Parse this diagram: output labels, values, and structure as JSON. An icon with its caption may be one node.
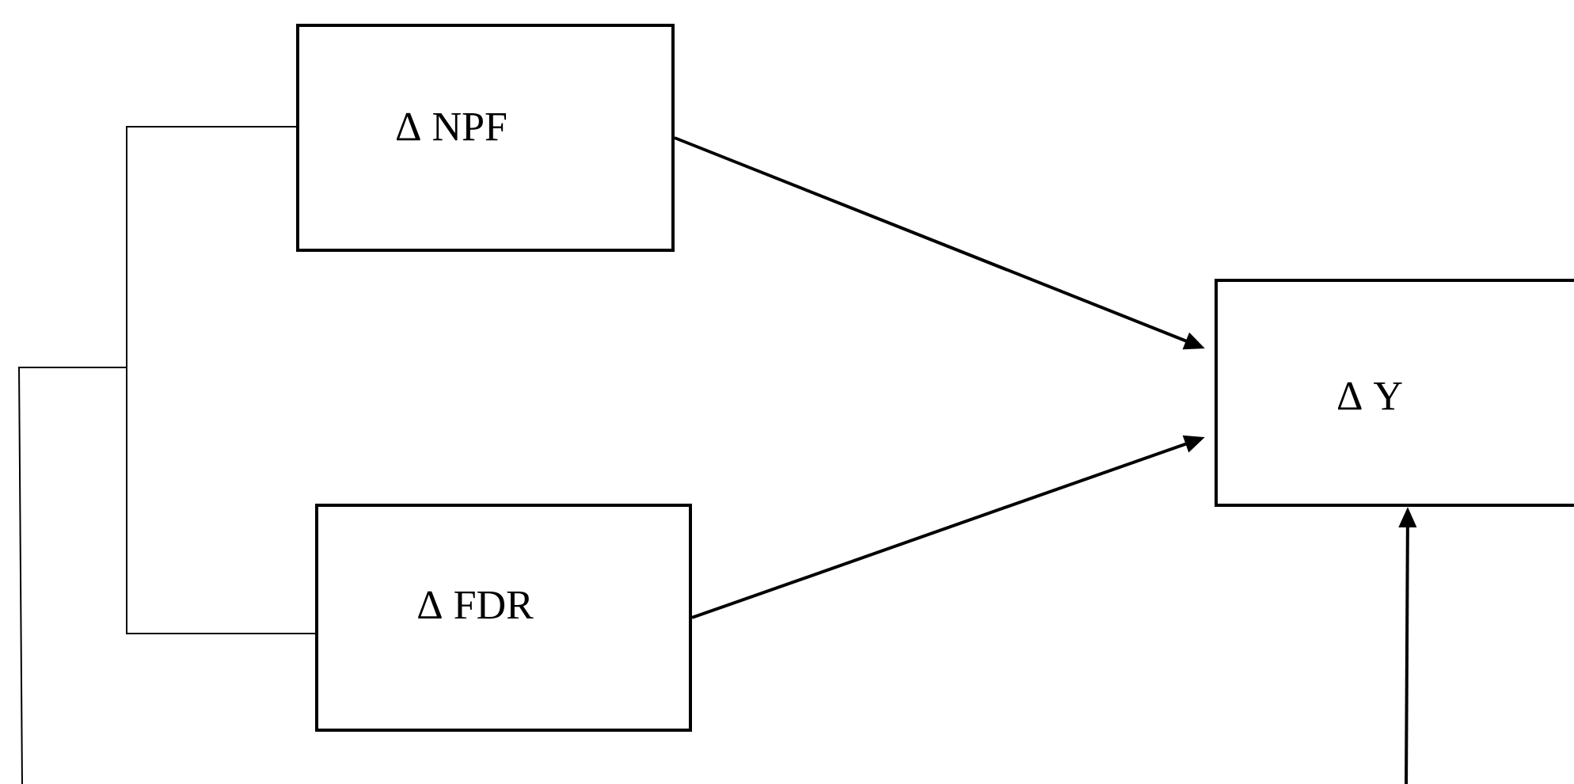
{
  "diagram": {
    "nodes": [
      {
        "text": [
          "Δ NPF"
        ]
      },
      {
        "text": [
          "Δ FDR"
        ]
      },
      {
        "text": [
          "Δ Y"
        ]
      }
    ],
    "edges": [
      {
        "from": 0,
        "to": 2,
        "arrow": "to"
      },
      {
        "from": 1,
        "to": 2,
        "arrow": "to"
      },
      {
        "from": 0,
        "to": 1,
        "arrow": "none"
      },
      {
        "from": null,
        "to": 2,
        "arrow": "to"
      }
    ]
  }
}
